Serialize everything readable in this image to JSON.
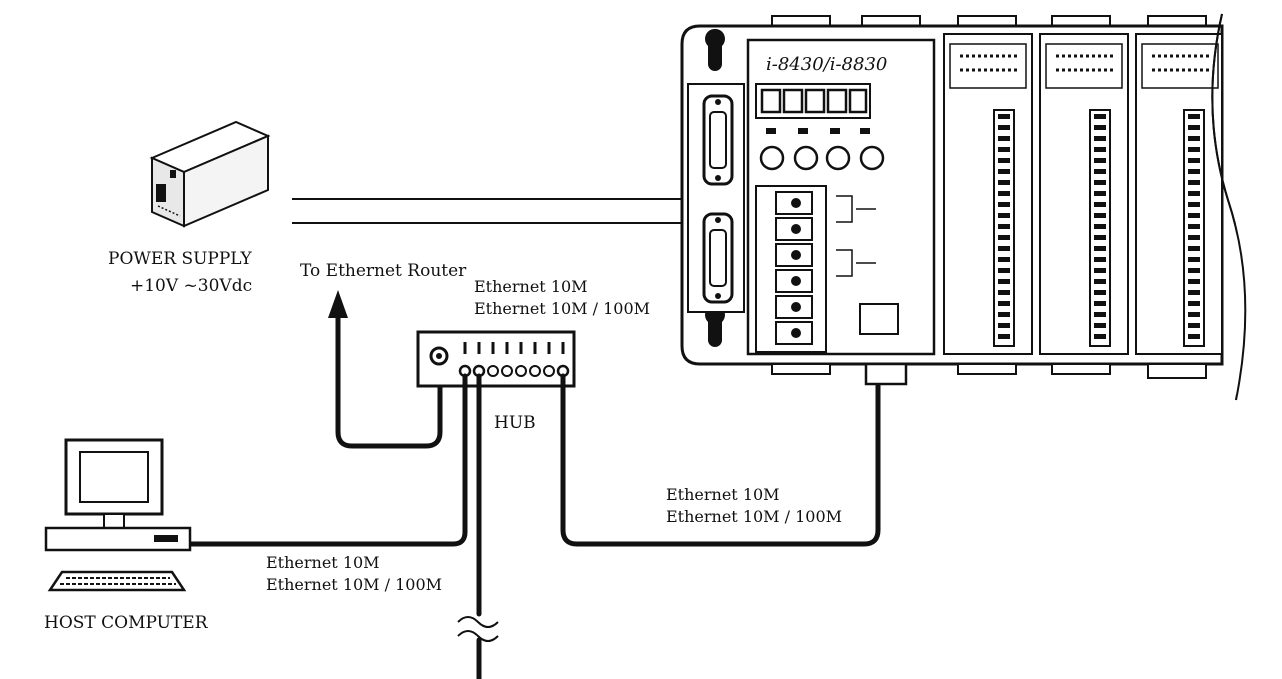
{
  "labels": {
    "power_supply_title": "POWER SUPPLY",
    "power_supply_voltage": "+10V ~30Vdc",
    "router": "To Ethernet Router",
    "hub": "HUB",
    "host_computer": "HOST COMPUTER",
    "controller_model": "i-8430/i-8830",
    "hub_link_line1": "Ethernet 10M",
    "hub_link_line2": "Ethernet 10M / 100M",
    "controller_link_line1": "Ethernet 10M",
    "controller_link_line2": "Ethernet 10M / 100M",
    "host_link_line1": "Ethernet 10M",
    "host_link_line2": "Ethernet 10M / 100M"
  },
  "icons": [
    "power-supply-icon",
    "controller-icon",
    "hub-icon",
    "computer-icon",
    "router-arrow-icon",
    "cable-break-icon"
  ]
}
